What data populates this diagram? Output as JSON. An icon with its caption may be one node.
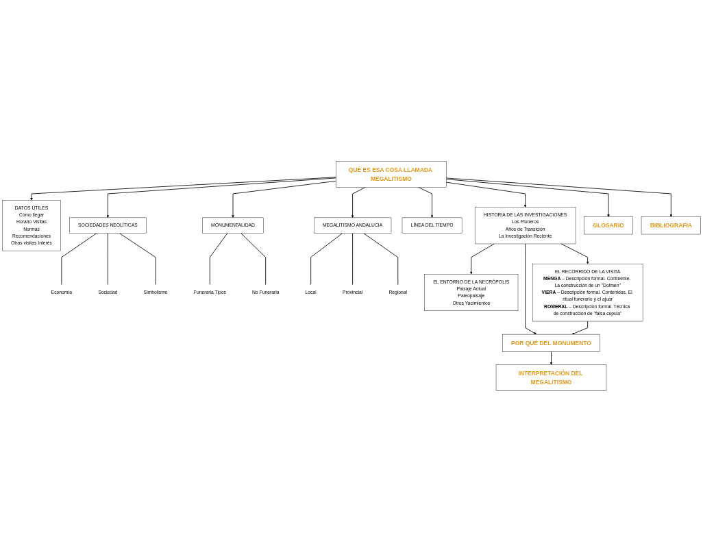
{
  "diagram": {
    "nodes": [
      {
        "text": [
          "DATOS ÚTILES",
          "Cómo llegar",
          "Horario Visitas",
          "Normas",
          "Recomendaciones",
          "Otras visitas Interés"
        ]
      },
      {
        "text": [
          "QUÉ ES ESA COSA LLAMADA MEGALITISMO"
        ]
      },
      {
        "text": [
          "SOCIEDADES NEOLÍTICAS"
        ]
      },
      {
        "text": [
          "Economía"
        ]
      },
      {
        "text": [
          "Sociedad"
        ]
      },
      {
        "text": [
          "Simbolismo"
        ]
      },
      {
        "text": [
          "MONUMENTALIDAD"
        ]
      },
      {
        "text": [
          "Funeraria Tipos"
        ]
      },
      {
        "text": [
          "No Funeraria"
        ]
      },
      {
        "text": [
          "MEGALITISMO ANDALUCIA"
        ]
      },
      {
        "text": [
          "Local"
        ]
      },
      {
        "text": [
          "Provincial"
        ]
      },
      {
        "text": [
          "Regional"
        ]
      },
      {
        "text": [
          "LÍNEA DEL TIEMPO"
        ]
      },
      {
        "text": [
          "EL ENTORNO DE LA NECRÓPOLIS",
          "Paisaje Actual",
          "Paleopaisaje",
          "Otros Yacimientos"
        ]
      },
      {
        "text": [
          "HISTORIA DE LAS INVESTIGACIONES",
          "Los Pioneros",
          "Años de Transición",
          "La Investigación Reciente"
        ]
      },
      {
        "text": [
          "EL RECORRIDO DE LA VISITA",
          "**MENGA** – Descripción formal. Continente. La construcción de un \"Dolmen\"",
          "**VIERA** – Descripción formal. Contenidos. El ritual funerario y el ajuar",
          "**ROMERAL** – Descripción formal. Técnica de construcción de \"falsa cúpula\""
        ]
      },
      {
        "text": [
          "INTERPRETACIÓN DEL MEGALITISMO"
        ]
      },
      {
        "text": [
          "POR QUÉ DEL MONUMENTO"
        ]
      },
      {
        "text": [
          "GLOSARIO"
        ]
      },
      {
        "text": [
          "BIBLIOGRAFIA"
        ]
      }
    ],
    "edges": [
      {
        "from": 1,
        "to": 0,
        "arrow": "to"
      },
      {
        "from": 1,
        "to": 2,
        "arrow": "to"
      },
      {
        "from": 1,
        "to": 6,
        "arrow": "to"
      },
      {
        "from": 1,
        "to": 9,
        "arrow": "to"
      },
      {
        "from": 1,
        "to": 13,
        "arrow": "to"
      },
      {
        "from": 2,
        "to": 3,
        "arrow": "none"
      },
      {
        "from": 2,
        "to": 4,
        "arrow": "none"
      },
      {
        "from": 2,
        "to": 5,
        "arrow": "none"
      },
      {
        "from": 6,
        "to": 7,
        "arrow": "none"
      },
      {
        "from": 6,
        "to": 8,
        "arrow": "none"
      },
      {
        "from": 9,
        "to": 10,
        "arrow": "none"
      },
      {
        "from": 9,
        "to": 11,
        "arrow": "none"
      },
      {
        "from": 9,
        "to": 12,
        "arrow": "none"
      },
      {
        "from": 1,
        "to": 15,
        "arrow": "to"
      },
      {
        "from": 15,
        "to": 14,
        "arrow": "to"
      },
      {
        "from": 15,
        "to": 16,
        "arrow": "to"
      },
      {
        "from": 15,
        "to": 18,
        "arrow": "to"
      },
      {
        "from": 16,
        "to": 18,
        "arrow": "to"
      },
      {
        "from": 18,
        "to": 17,
        "arrow": "to"
      },
      {
        "from": 1,
        "to": 19,
        "arrow": "to"
      },
      {
        "from": 1,
        "to": 20,
        "arrow": "to"
      }
    ]
  }
}
